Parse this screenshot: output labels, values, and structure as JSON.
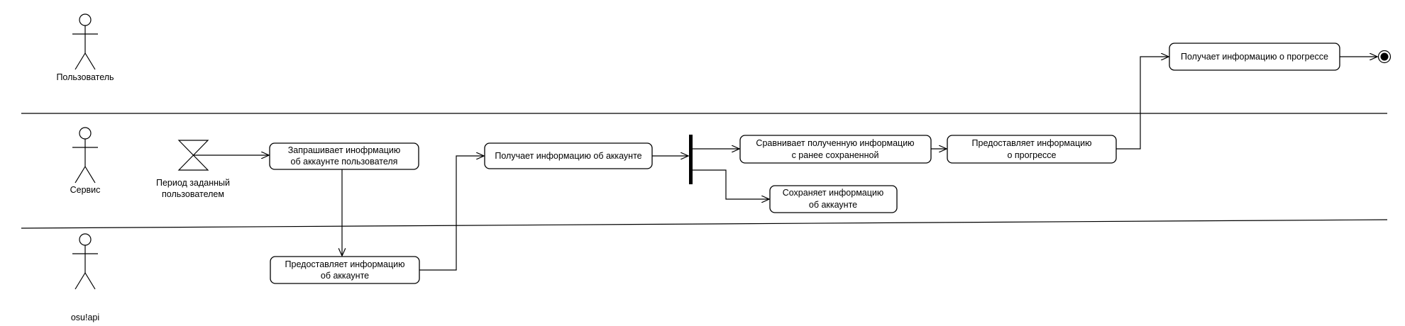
{
  "swimlanes": [
    {
      "actor": "Пользователь"
    },
    {
      "actor": "Сервис"
    },
    {
      "actor": "osu!api"
    }
  ],
  "timer_event": {
    "label_line1": "Период заданный",
    "label_line2": "пользователем"
  },
  "actions": {
    "request_account_info": {
      "line1": "Запрашивает инофрмацию",
      "line2": "об аккаунте пользователя"
    },
    "api_provides_info": {
      "line1": "Предоставляет информацию",
      "line2": "об аккаунте"
    },
    "receives_account_info": {
      "line1": "Получает информацию об аккаунте"
    },
    "compare_info": {
      "line1": "Сравнивает полученную информацию",
      "line2": "с ранее сохраненной"
    },
    "provide_progress": {
      "line1": "Предоставляет информацию",
      "line2": "о прогрессе"
    },
    "save_account_info": {
      "line1": "Сохраняет информацию",
      "line2": "об аккаунте"
    },
    "user_receives_progress": {
      "line1": "Получает информацию о прогрессе"
    }
  },
  "end_node": {
    "icon": "final-node-icon"
  },
  "fork": {
    "icon": "fork-bar-icon"
  }
}
